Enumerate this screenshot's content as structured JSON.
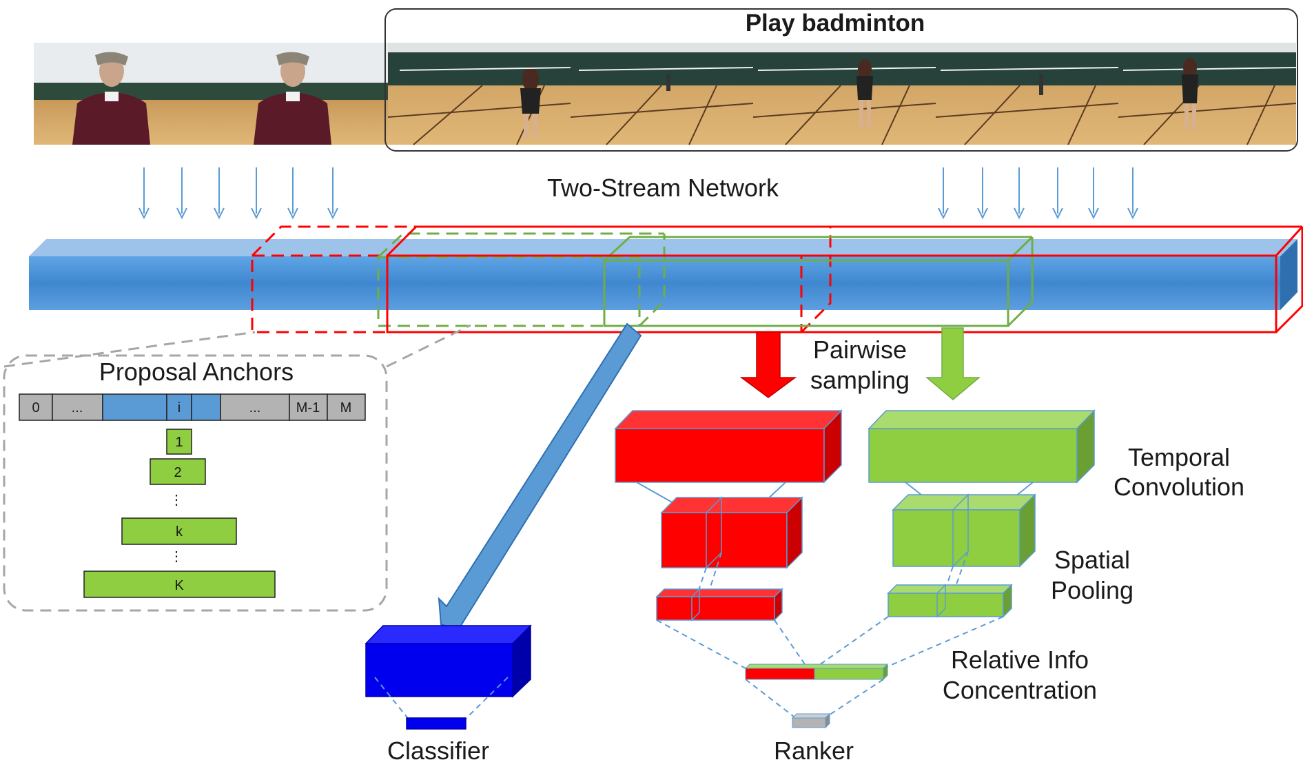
{
  "video": {
    "action_label": "Play badminton"
  },
  "network": {
    "stream_label": "Two-Stream Network"
  },
  "anchors": {
    "title": "Proposal Anchors",
    "sequence": [
      "0",
      "...",
      "",
      "i",
      "",
      "...",
      "M-1",
      "M"
    ],
    "scales": [
      "1",
      "2",
      "⋮",
      "k",
      "⋮",
      "K"
    ]
  },
  "modules": {
    "pairwise": "Pairwise sampling",
    "pairwise_line1": "Pairwise",
    "pairwise_line2": "sampling",
    "temporal_line1": "Temporal",
    "temporal_line2": "Convolution",
    "spatial_line1": "Spatial",
    "spatial_line2": "Pooling",
    "relative_line1": "Relative Info",
    "relative_line2": "Concentration",
    "classifier": "Classifier",
    "ranker": "Ranker"
  },
  "colors": {
    "red": "#ff0000",
    "green": "#8fce40",
    "blue": "#0000ee",
    "stream_blue": "#4d8fd1",
    "grey_cell": "#b3b3b3"
  }
}
